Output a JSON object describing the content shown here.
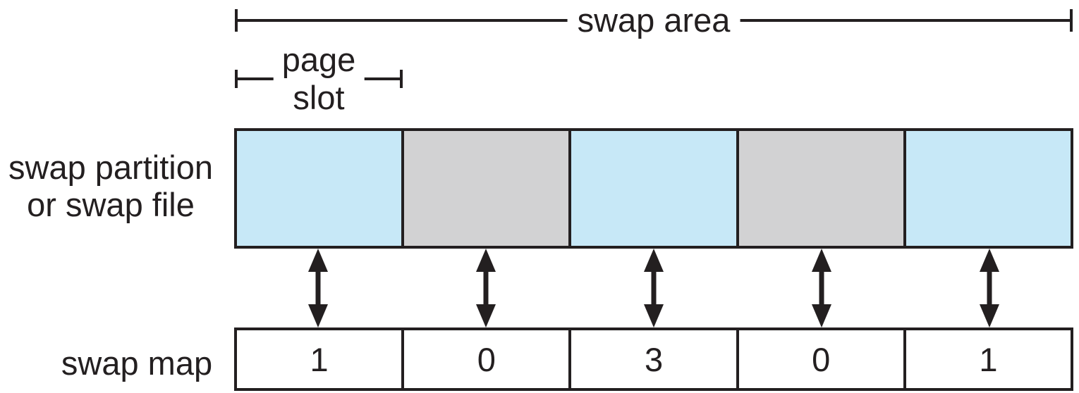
{
  "labels": {
    "swap_area": "swap area",
    "page_slot_line1": "page",
    "page_slot_line2": "slot",
    "partition_line1": "swap partition",
    "partition_line2": "or swap file",
    "swap_map": "swap map"
  },
  "colors": {
    "slot_blue": "#c7e8f7",
    "slot_gray": "#d2d2d3",
    "line": "#231f20",
    "background": "#ffffff"
  },
  "slots": [
    {
      "fill": "blue"
    },
    {
      "fill": "gray"
    },
    {
      "fill": "blue"
    },
    {
      "fill": "gray"
    },
    {
      "fill": "blue"
    }
  ],
  "swap_map": {
    "values": [
      "1",
      "0",
      "3",
      "0",
      "1"
    ]
  },
  "arrows": {
    "count": 5,
    "type": "double-headed-vertical"
  }
}
